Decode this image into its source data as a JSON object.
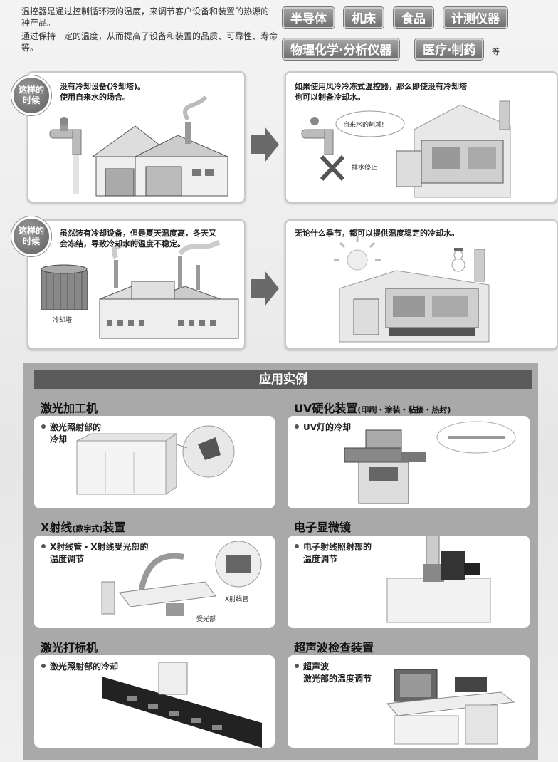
{
  "intro": {
    "line1": "温控器是通过控制循环液的温度，来调节客户设备和装置的热源的一种产品。",
    "line2": "通过保持一定的温度，从而提高了设备和装置的品质、可靠性、寿命等。"
  },
  "industries": {
    "tags": [
      "半导体",
      "机床",
      "食品",
      "计测仪器",
      "物理化学·分析仪器",
      "医疗·制药"
    ],
    "etc": "等"
  },
  "scenes": {
    "badge_label": "这样的时候",
    "case1": {
      "problem_line1": "没有冷却设备(冷却塔)。",
      "problem_line2": "使用自来水的场合。",
      "solution_line1": "如果使用风冷冷冻式温控器，那么即使没有冷却塔",
      "solution_line2": "也可以制备冷却水。",
      "bubble": "自来水的削减!",
      "drain_label": "排水停止"
    },
    "case2": {
      "problem_line1": "虽然装有冷却设备，但是夏天温度高，冬天又",
      "problem_line2": "会冻结，导致冷却水的温度不稳定。",
      "tower_label": "冷却塔",
      "solution_line1": "无论什么季节，都可以提供温度稳定的冷却水。"
    }
  },
  "applications": {
    "header": "应用实例",
    "items": [
      {
        "title": "激光加工机",
        "subtitle": "",
        "desc_line1": "激光照射部的",
        "desc_line2": "冷却"
      },
      {
        "title": "UV硬化装置",
        "subtitle": "(印刷・涂装・粘接・热封)",
        "desc_line1": "UV灯的冷却",
        "desc_line2": ""
      },
      {
        "title": "X射线",
        "subtitle": "(数字式)",
        "title_tail": "装置",
        "desc_line1": "X射线管・X射线受光部的",
        "desc_line2": "温度调节",
        "label_a": "X射线管",
        "label_b": "受光部"
      },
      {
        "title": "电子显微镜",
        "subtitle": "",
        "desc_line1": "电子射线照射部的",
        "desc_line2": "温度调节"
      },
      {
        "title": "激光打标机",
        "subtitle": "",
        "desc_line1": "激光照射部的冷却",
        "desc_line2": ""
      },
      {
        "title": "超声波检查装置",
        "subtitle": "",
        "desc_line1": "超声波",
        "desc_line2": "激光部的温度调节"
      }
    ]
  },
  "colors": {
    "panel_bg": "#a9a9a9",
    "header_bg": "#5a5a5a",
    "tag_bg": "#8a8a8a"
  }
}
